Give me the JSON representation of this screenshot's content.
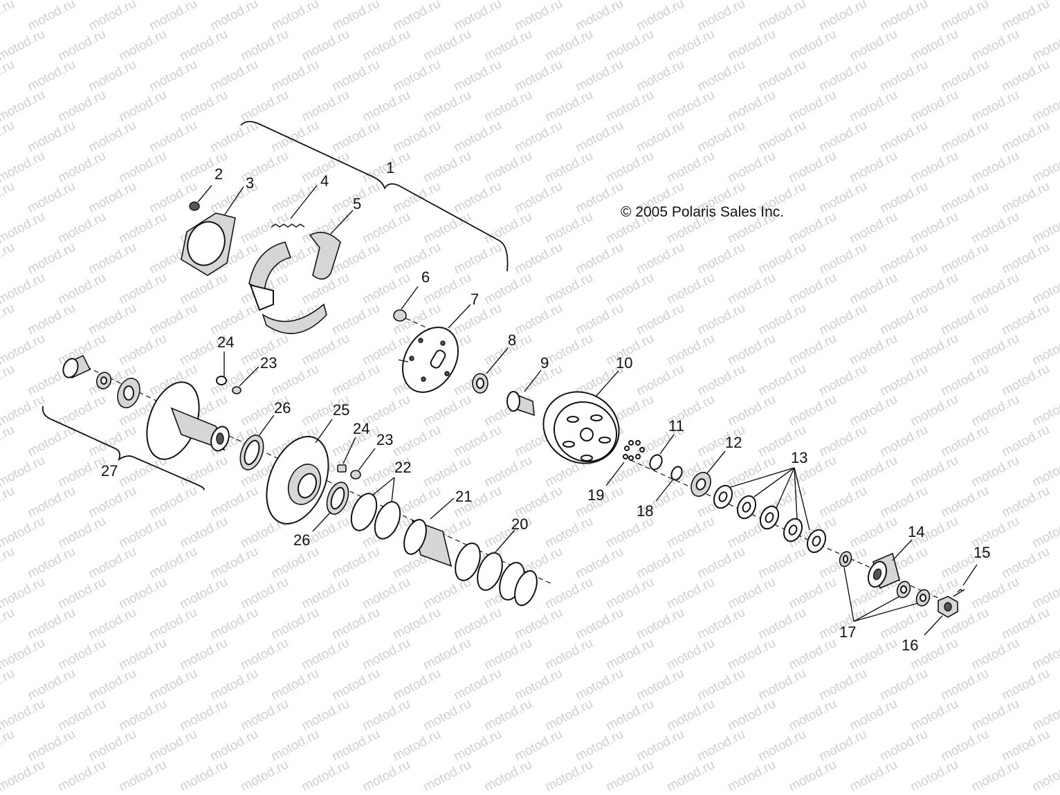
{
  "copyright": "© 2005 Polaris Sales Inc.",
  "watermark_text": "motod.ru",
  "colors": {
    "line": "#111111",
    "watermark": "#cfcfcf",
    "background": "#ffffff"
  },
  "callouts": {
    "c1": "1",
    "c2": "2",
    "c3": "3",
    "c4": "4",
    "c5": "5",
    "c6": "6",
    "c7": "7",
    "c8": "8",
    "c9": "9",
    "c10": "10",
    "c11": "11",
    "c12": "12",
    "c13": "13",
    "c14": "14",
    "c15": "15",
    "c16": "16",
    "c17": "17",
    "c18": "18",
    "c19": "19",
    "c20": "20",
    "c21": "21",
    "c22": "22",
    "c23a": "23",
    "c23b": "23",
    "c24a": "24",
    "c24b": "24",
    "c25": "25",
    "c26a": "26",
    "c26b": "26",
    "c27": "27"
  }
}
